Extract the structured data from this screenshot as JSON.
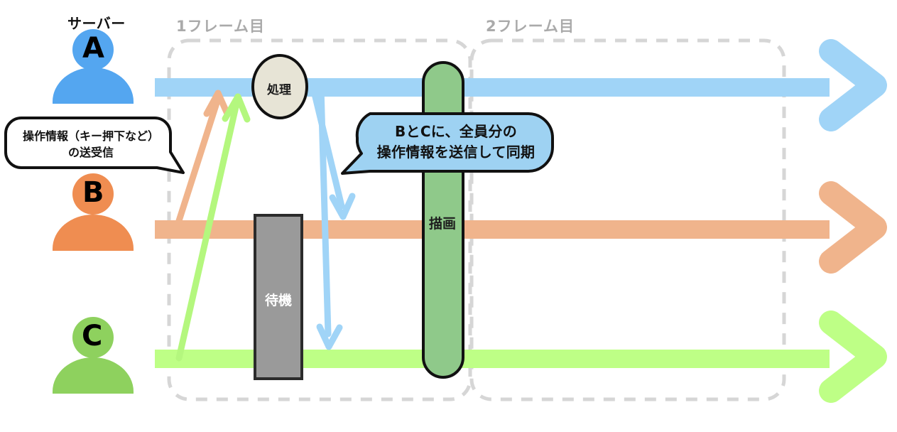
{
  "diagram": {
    "title_server": "サーバー",
    "frames": [
      {
        "label": "1フレーム目"
      },
      {
        "label": "2フレーム目"
      }
    ],
    "actors": [
      {
        "id": "A",
        "letter": "A",
        "color": "#54a6f0",
        "track_color": "#a0d4f7",
        "role_label": "サーバー"
      },
      {
        "id": "B",
        "letter": "B",
        "color": "#ef8d51",
        "track_color": "#f0b48c",
        "role_label": ""
      },
      {
        "id": "C",
        "letter": "C",
        "color": "#8ed15e",
        "track_color": "#beff86",
        "role_label": ""
      }
    ],
    "callouts": [
      {
        "name": "operation-info-bubble",
        "style": "white",
        "lines": [
          "操作情報（キー押下など）",
          "の送受信"
        ]
      },
      {
        "name": "sync-broadcast-bubble",
        "style": "blue",
        "lines": [
          "BとCに、全員分の",
          "操作情報を送信して同期"
        ]
      }
    ],
    "nodes": [
      {
        "name": "process-node",
        "label": "処理",
        "fill": "#e7e4d6",
        "shape": "ellipse"
      },
      {
        "name": "draw-node",
        "label": "描画",
        "fill": "#8fc98a",
        "shape": "rounded-bar"
      },
      {
        "name": "wait-node",
        "label": "待機",
        "fill": "#9a9a9a",
        "shape": "rect"
      }
    ],
    "colors": {
      "track_blue": "#a0d4f7",
      "track_orange": "#f0b48c",
      "track_green": "#beff86",
      "arrow_blue": "#a0d4f7",
      "arrow_orange": "#f0b48c",
      "arrow_green": "#b4f77e",
      "frame_dash": "#d6d6d6",
      "frame_label": "#aaaaaa",
      "outline": "#111111",
      "bubble_blue": "#9ed2f2",
      "wait_fill": "#9a9a9a",
      "process_fill": "#e7e4d6",
      "draw_fill": "#8fc98a"
    }
  }
}
